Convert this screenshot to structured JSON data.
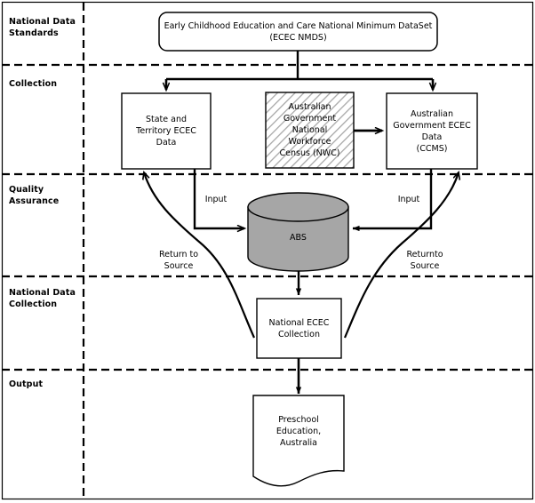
{
  "diagram": {
    "title_box": {
      "text": "Early Childhood Education and Care National Minimum DataSet\n(ECEC NMDS)",
      "shape": "rounded-rectangle",
      "fill": "#ffffff"
    },
    "lanes": [
      {
        "id": "national-data-standards",
        "label": "National Data\nStandards"
      },
      {
        "id": "collection",
        "label": "Collection"
      },
      {
        "id": "quality-assurance",
        "label": "Quality\nAssurance"
      },
      {
        "id": "national-data-collection",
        "label": "National Data\nCollection"
      },
      {
        "id": "output",
        "label": "Output"
      }
    ],
    "nodes": [
      {
        "id": "state-territory-ecec-data",
        "label": "State and\nTerritory ECEC\nData",
        "shape": "rectangle",
        "fill": "#ffffff",
        "lane": "collection"
      },
      {
        "id": "australian-government-nwc",
        "label": "Australian\nGovernment\nNational\nWorkforce\nCensus (NWC)",
        "shape": "rectangle-hatched",
        "fill": "#ffffff",
        "hatch": "diagonal",
        "lane": "collection"
      },
      {
        "id": "australian-government-ecec-data-ccms",
        "label": "Australian\nGovernment ECEC\nData\n(CCMS)",
        "shape": "rectangle",
        "fill": "#ffffff",
        "lane": "collection"
      },
      {
        "id": "abs-database",
        "label": "ABS",
        "shape": "cylinder",
        "fill": "#a6a6a6",
        "lane": "quality-assurance"
      },
      {
        "id": "national-ecec-collection",
        "label": "National ECEC\nCollection",
        "shape": "rectangle",
        "fill": "#ffffff",
        "lane": "national-data-collection"
      },
      {
        "id": "preschool-education-australia",
        "label": "Preschool\nEducation,\nAustralia",
        "shape": "document",
        "fill": "#ffffff",
        "lane": "output"
      }
    ],
    "edge_labels": [
      {
        "id": "input-left",
        "text": "Input"
      },
      {
        "id": "input-right",
        "text": "Input"
      },
      {
        "id": "return-to-source-left",
        "text": "Return to\nSource"
      },
      {
        "id": "return-to-source-right",
        "text": "Returnto\nSource"
      }
    ],
    "colors": {
      "stroke": "#000000",
      "background": "#ffffff",
      "cylinder_fill": "#a6a6a6",
      "hatch_line": "#9a9a9a"
    }
  }
}
